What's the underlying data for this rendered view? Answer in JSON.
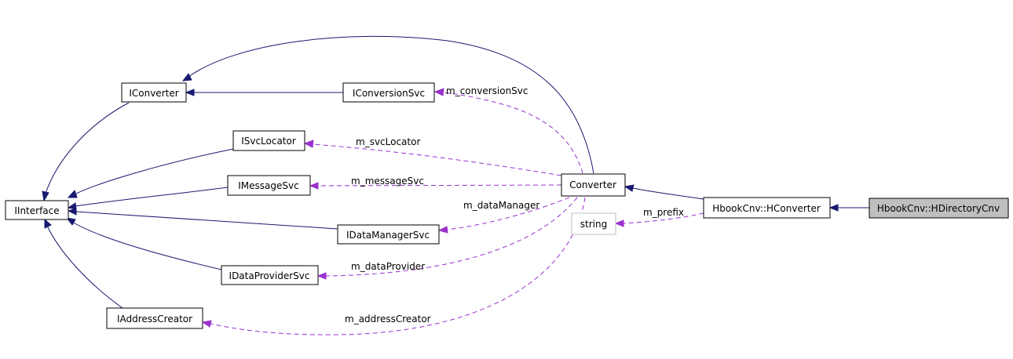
{
  "nodes": {
    "iinterface": "IInterface",
    "iconverter": "IConverter",
    "iconversionsvc": "IConversionSvc",
    "isvclocator": "ISvcLocator",
    "imessagesvc": "IMessageSvc",
    "idatamanagersvc": "IDataManagerSvc",
    "idataprovidersvc": "IDataProviderSvc",
    "iaddresscreator": "IAddressCreator",
    "converter": "Converter",
    "string": "string",
    "hconverter": "HbookCnv::HConverter",
    "hdirectorycnv": "HbookCnv::HDirectoryCnv"
  },
  "edges": {
    "m_conversionSvc": "m_conversionSvc",
    "m_svcLocator": "m_svcLocator",
    "m_messageSvc": "m_messageSvc",
    "m_dataManager": "m_dataManager",
    "m_dataProvider": "m_dataProvider",
    "m_addressCreator": "m_addressCreator",
    "m_prefix": "m_prefix"
  },
  "colors": {
    "inheritance": "#191970",
    "usage": "#9a32cd",
    "highlight_fill": "#bfbfbf"
  }
}
